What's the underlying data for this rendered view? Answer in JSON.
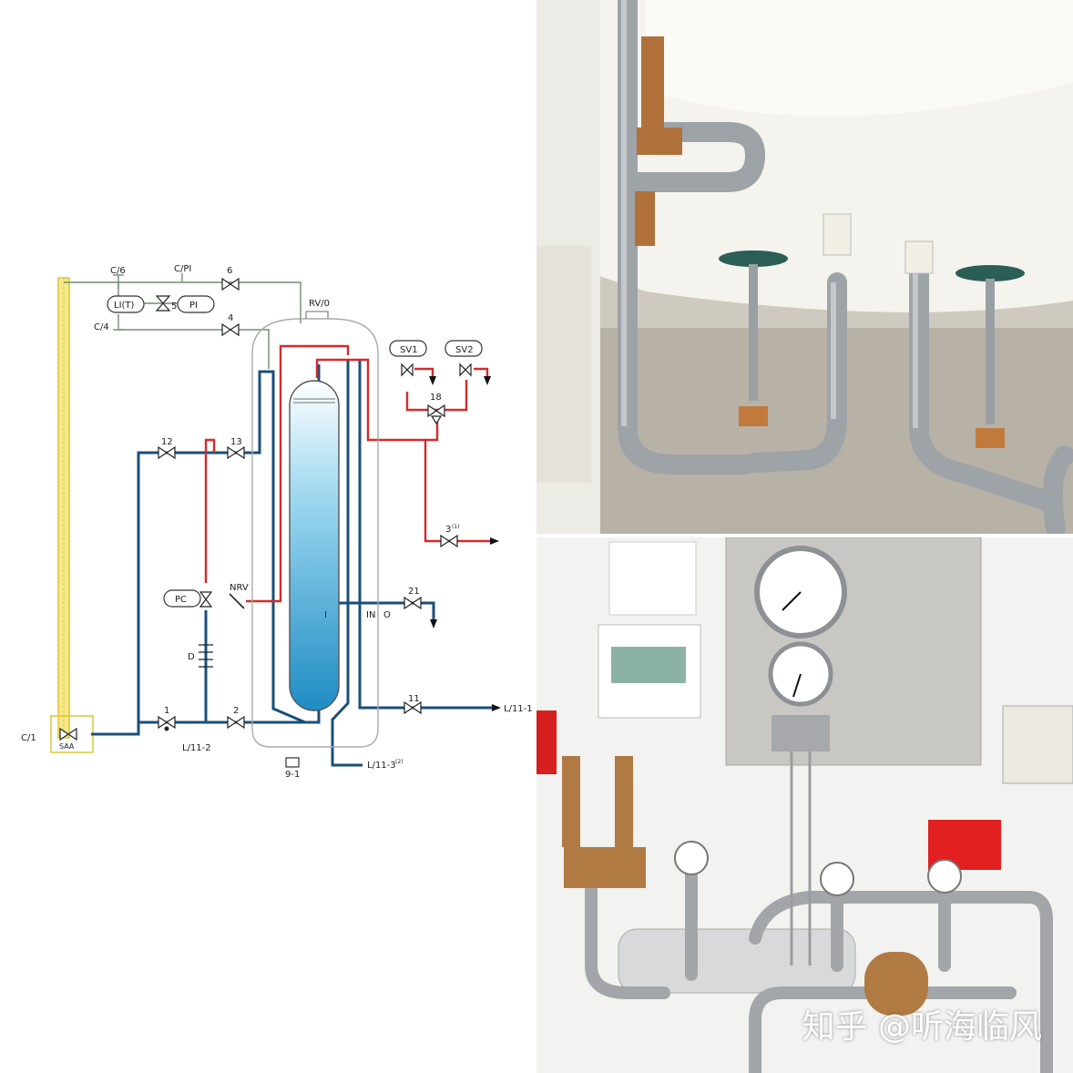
{
  "diagram": {
    "labels": {
      "c6": "C/6",
      "cpi": "C/PI",
      "v6": "6",
      "lit": "LI(T)",
      "v5": "5",
      "pi": "PI",
      "c4": "C/4",
      "v4": "4",
      "rv0": "RV/0",
      "sv1": "SV1",
      "sv2": "SV2",
      "v18": "18",
      "v12": "12",
      "v13": "13",
      "v3": "3",
      "v3sup": "(1)",
      "pc": "PC",
      "nrv": "NRV",
      "v21": "21",
      "in_i": "I",
      "in_in": "IN",
      "in_o": "O",
      "d": "D",
      "v1": "1",
      "v2": "2",
      "v11": "11",
      "l111": "L/11-1",
      "c1": "C/1",
      "saa": "SAA",
      "l112": "L/11-2",
      "l113": "L/11-3",
      "l113sup": "(2)",
      "v91": "9-1"
    },
    "colors": {
      "blue_line": "#1a4f7a",
      "red_line": "#d42a2a",
      "green_line": "#6e8f6e",
      "level_gauge": "#e3c93a"
    }
  },
  "watermark": "知乎 @听海临风"
}
